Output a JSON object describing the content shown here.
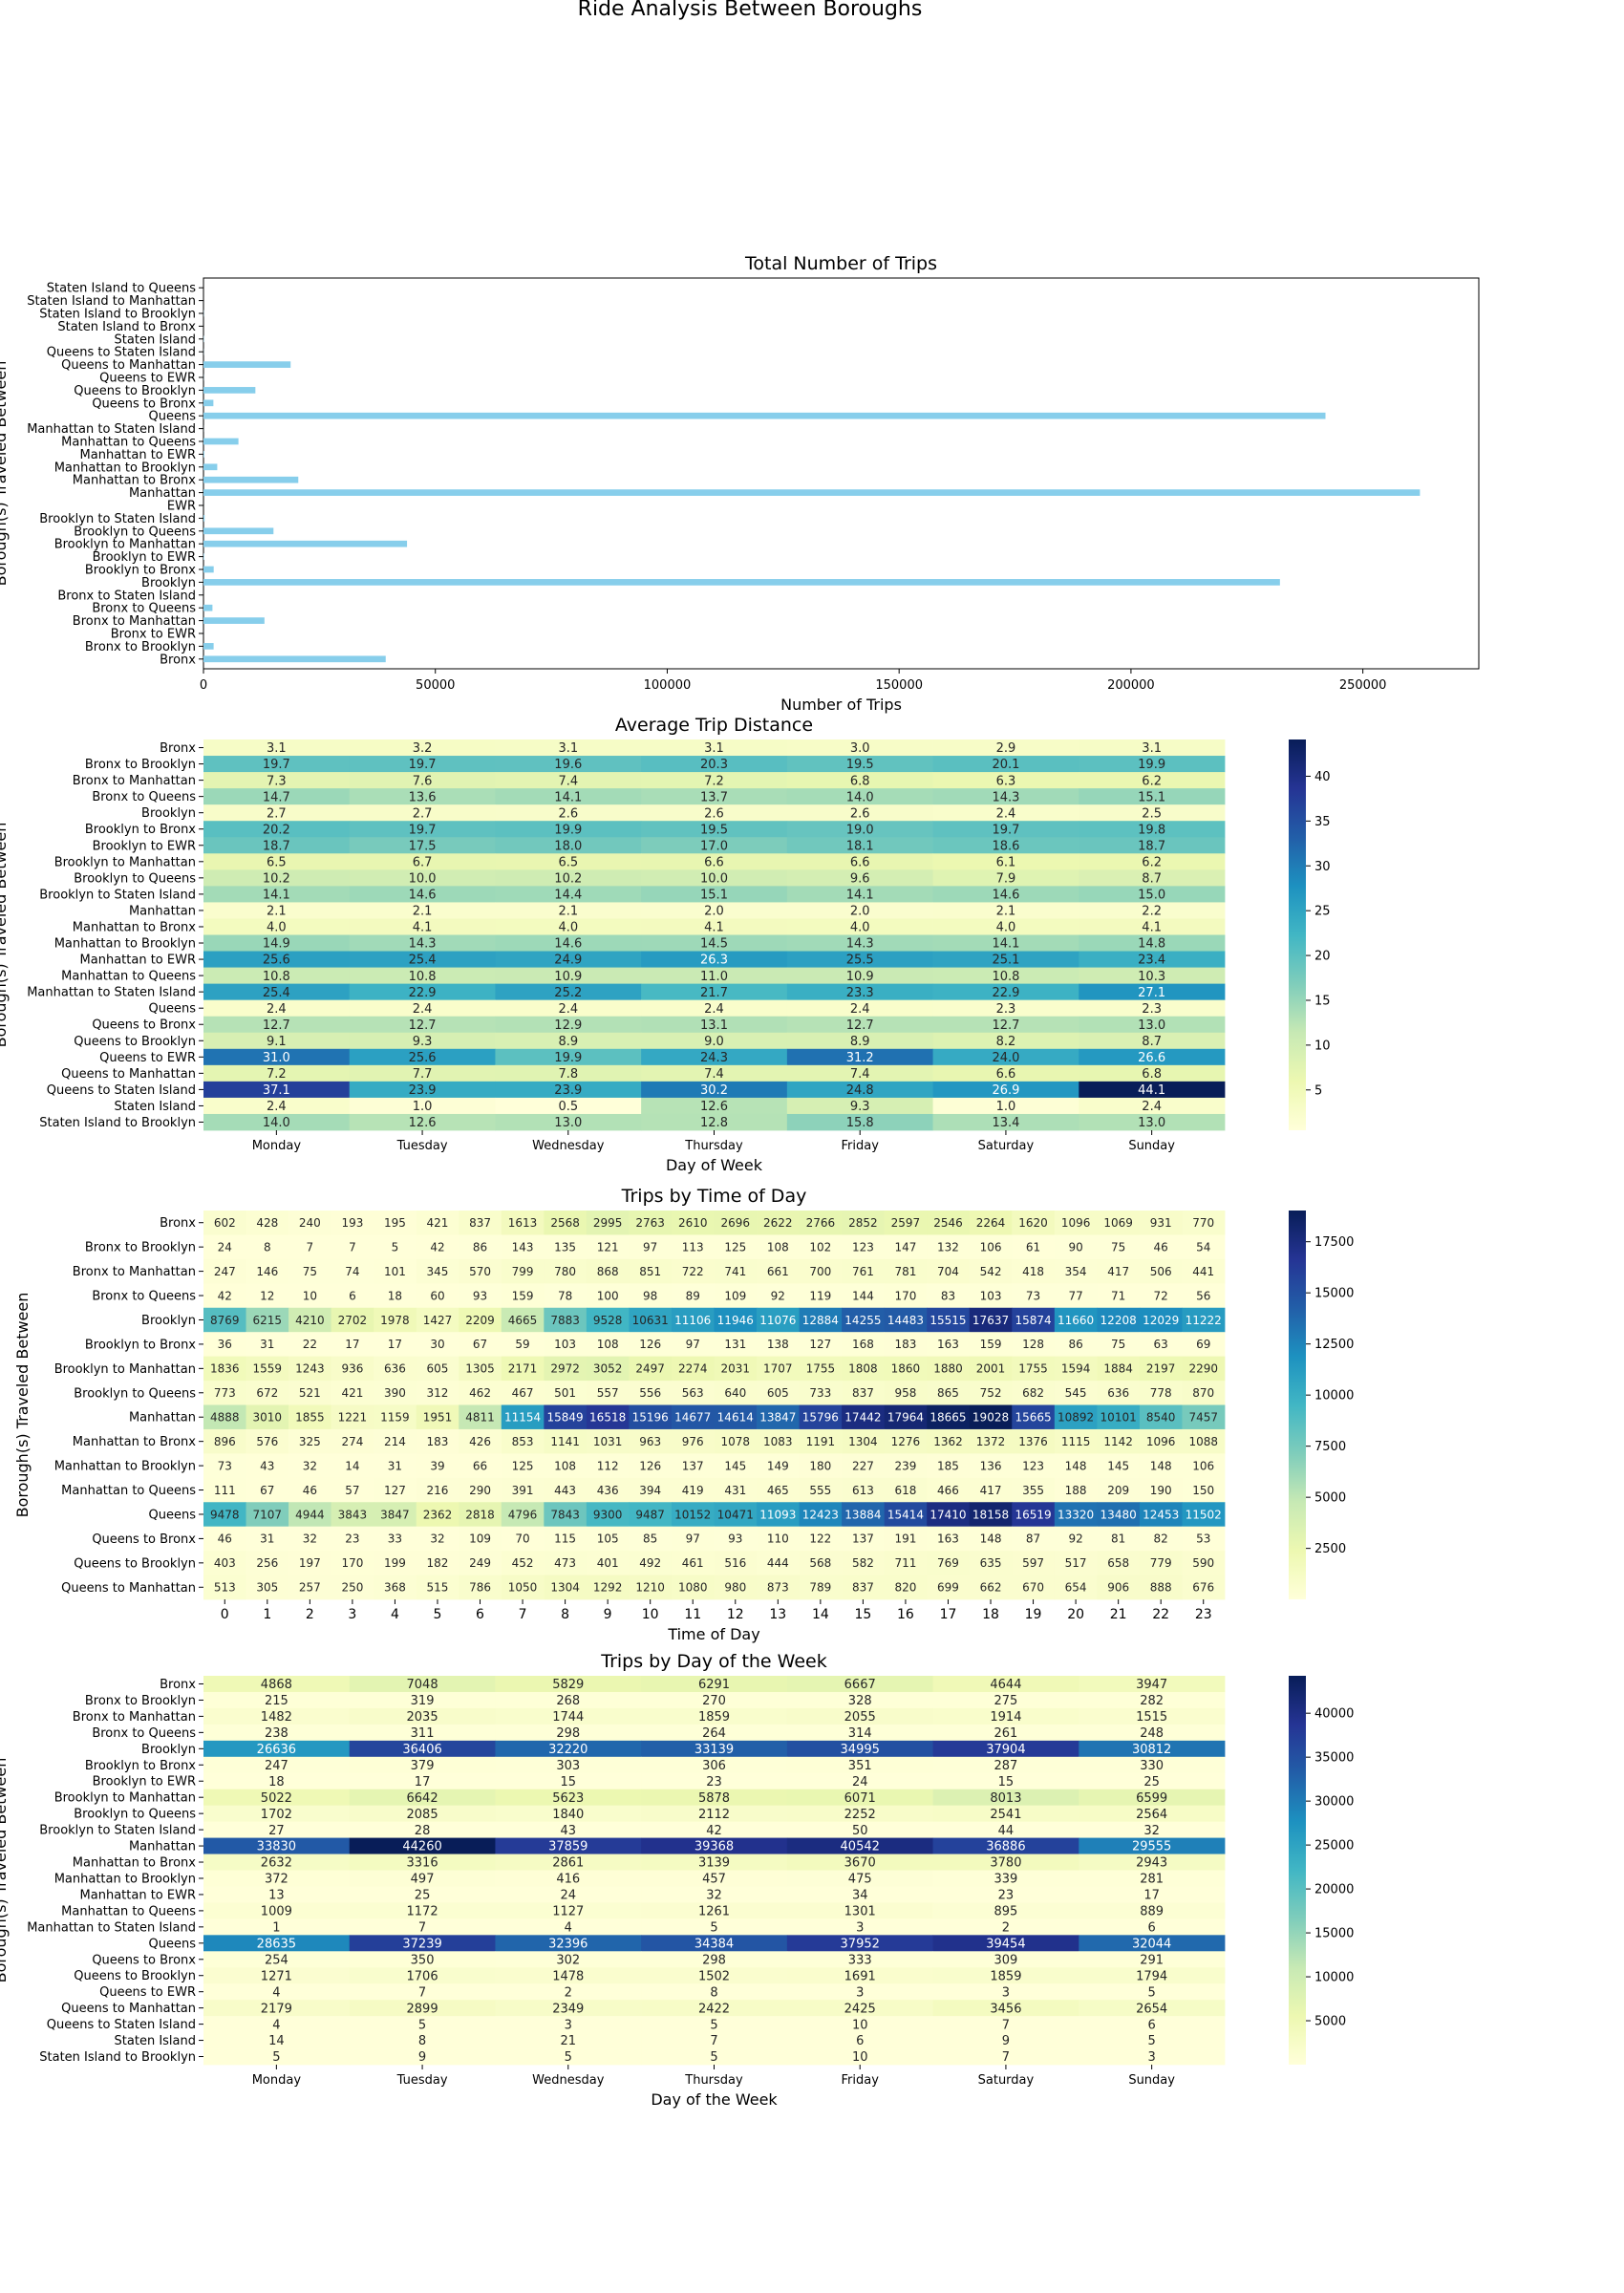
{
  "figure": {
    "suptitle": "Ride Analysis Between Boroughs"
  },
  "chart_data": [
    {
      "type": "bar",
      "orientation": "horizontal",
      "title": "Total Number of Trips",
      "xlabel": "Number of Trips",
      "ylabel": "Borough(s) Traveled Between",
      "color": "#87ceeb",
      "xlim": [
        0,
        275000
      ],
      "xticks": [
        "0",
        "50000",
        "100000",
        "150000",
        "200000",
        "250000"
      ],
      "categories": [
        "Bronx",
        "Bronx to Brooklyn",
        "Bronx to EWR",
        "Bronx to Manhattan",
        "Bronx to Queens",
        "Bronx to Staten Island",
        "Brooklyn",
        "Brooklyn to Bronx",
        "Brooklyn to EWR",
        "Brooklyn to Manhattan",
        "Brooklyn to Queens",
        "Brooklyn to Staten Island",
        "EWR",
        "Manhattan",
        "Manhattan to Bronx",
        "Manhattan to Brooklyn",
        "Manhattan to EWR",
        "Manhattan to Queens",
        "Manhattan to Staten Island",
        "Queens",
        "Queens to Bronx",
        "Queens to Brooklyn",
        "Queens to EWR",
        "Queens to Manhattan",
        "Queens to Staten Island",
        "Staten Island",
        "Staten Island to Bronx",
        "Staten Island to Brooklyn",
        "Staten Island to Manhattan",
        "Staten Island to Queens"
      ],
      "values": [
        39294,
        2187,
        5,
        13148,
        1934,
        3,
        232122,
        2203,
        130,
        43891,
        15096,
        246,
        2,
        262308,
        20446,
        2967,
        168,
        7542,
        21,
        241938,
        2137,
        11193,
        36,
        18789,
        35,
        78,
        1,
        49,
        3,
        1
      ]
    },
    {
      "type": "heatmap",
      "title": "Average Trip Distance",
      "xlabel": "Day of Week",
      "ylabel": "Borough(s) Traveled Between",
      "fmt": "1dp",
      "vmin": 0.5,
      "vmax": 44.1,
      "colorbar_ticks": [
        "5",
        "10",
        "15",
        "20",
        "25",
        "30",
        "35",
        "40"
      ],
      "colorbar_tick_values": [
        5,
        10,
        15,
        20,
        25,
        30,
        35,
        40
      ],
      "x": [
        "Monday",
        "Tuesday",
        "Wednesday",
        "Thursday",
        "Friday",
        "Saturday",
        "Sunday"
      ],
      "y": [
        "Bronx",
        "Bronx to Brooklyn",
        "Bronx to Manhattan",
        "Bronx to Queens",
        "Brooklyn",
        "Brooklyn to Bronx",
        "Brooklyn to EWR",
        "Brooklyn to Manhattan",
        "Brooklyn to Queens",
        "Brooklyn to Staten Island",
        "Manhattan",
        "Manhattan to Bronx",
        "Manhattan to Brooklyn",
        "Manhattan to EWR",
        "Manhattan to Queens",
        "Manhattan to Staten Island",
        "Queens",
        "Queens to Bronx",
        "Queens to Brooklyn",
        "Queens to EWR",
        "Queens to Manhattan",
        "Queens to Staten Island",
        "Staten Island",
        "Staten Island to Brooklyn"
      ],
      "values": [
        [
          3.1,
          3.2,
          3.1,
          3.1,
          3.0,
          2.9,
          3.1
        ],
        [
          19.7,
          19.7,
          19.6,
          20.3,
          19.5,
          20.1,
          19.9
        ],
        [
          7.3,
          7.6,
          7.4,
          7.2,
          6.8,
          6.3,
          6.2
        ],
        [
          14.7,
          13.6,
          14.1,
          13.7,
          14.0,
          14.3,
          15.1
        ],
        [
          2.7,
          2.7,
          2.6,
          2.6,
          2.6,
          2.4,
          2.5
        ],
        [
          20.2,
          19.7,
          19.9,
          19.5,
          19.0,
          19.7,
          19.8
        ],
        [
          18.7,
          17.5,
          18.0,
          17.0,
          18.1,
          18.6,
          18.7
        ],
        [
          6.5,
          6.7,
          6.5,
          6.6,
          6.6,
          6.1,
          6.2
        ],
        [
          10.2,
          10.0,
          10.2,
          10.0,
          9.6,
          7.9,
          8.7
        ],
        [
          14.1,
          14.6,
          14.4,
          15.1,
          14.1,
          14.6,
          15.0
        ],
        [
          2.1,
          2.1,
          2.1,
          2.0,
          2.0,
          2.1,
          2.2
        ],
        [
          4.0,
          4.1,
          4.0,
          4.1,
          4.0,
          4.0,
          4.1
        ],
        [
          14.9,
          14.3,
          14.6,
          14.5,
          14.3,
          14.1,
          14.8
        ],
        [
          25.6,
          25.4,
          24.9,
          26.3,
          25.5,
          25.1,
          23.4
        ],
        [
          10.8,
          10.8,
          10.9,
          11.0,
          10.9,
          10.8,
          10.3
        ],
        [
          25.4,
          22.9,
          25.2,
          21.7,
          23.3,
          22.9,
          27.1
        ],
        [
          2.4,
          2.4,
          2.4,
          2.4,
          2.4,
          2.3,
          2.3
        ],
        [
          12.7,
          12.7,
          12.9,
          13.1,
          12.7,
          12.7,
          13.0
        ],
        [
          9.1,
          9.3,
          8.9,
          9.0,
          8.9,
          8.2,
          8.7
        ],
        [
          31.0,
          25.6,
          19.9,
          24.3,
          31.2,
          24.0,
          26.6
        ],
        [
          7.2,
          7.7,
          7.8,
          7.4,
          7.4,
          6.6,
          6.8
        ],
        [
          37.1,
          23.9,
          23.9,
          30.2,
          24.8,
          26.9,
          44.1
        ],
        [
          2.4,
          1.0,
          0.5,
          12.6,
          9.3,
          1.0,
          2.4
        ],
        [
          14.0,
          12.6,
          13.0,
          12.8,
          15.8,
          13.4,
          13.0
        ]
      ]
    },
    {
      "type": "heatmap",
      "title": "Trips by Time of Day",
      "xlabel": "Time of Day",
      "ylabel": "Borough(s) Traveled Between",
      "fmt": "int",
      "vmin": 6,
      "vmax": 19028,
      "colorbar_ticks": [
        "2500",
        "5000",
        "7500",
        "10000",
        "12500",
        "15000",
        "17500"
      ],
      "colorbar_tick_values": [
        2500,
        5000,
        7500,
        10000,
        12500,
        15000,
        17500
      ],
      "x": [
        "0",
        "1",
        "2",
        "3",
        "4",
        "5",
        "6",
        "7",
        "8",
        "9",
        "10",
        "11",
        "12",
        "13",
        "14",
        "15",
        "16",
        "17",
        "18",
        "19",
        "20",
        "21",
        "22",
        "23"
      ],
      "y": [
        "Bronx",
        "Bronx to Brooklyn",
        "Bronx to Manhattan",
        "Bronx to Queens",
        "Brooklyn",
        "Brooklyn to Bronx",
        "Brooklyn to Manhattan",
        "Brooklyn to Queens",
        "Manhattan",
        "Manhattan to Bronx",
        "Manhattan to Brooklyn",
        "Manhattan to Queens",
        "Queens",
        "Queens to Bronx",
        "Queens to Brooklyn",
        "Queens to Manhattan"
      ],
      "values": [
        [
          602,
          428,
          240,
          193,
          195,
          421,
          837,
          1613,
          2568,
          2995,
          2763,
          2610,
          2696,
          2622,
          2766,
          2852,
          2597,
          2546,
          2264,
          1620,
          1096,
          1069,
          931,
          770
        ],
        [
          24,
          8,
          7,
          7,
          5,
          42,
          86,
          143,
          135,
          121,
          97,
          113,
          125,
          108,
          102,
          123,
          147,
          132,
          106,
          61,
          90,
          75,
          46,
          54
        ],
        [
          247,
          146,
          75,
          74,
          101,
          345,
          570,
          799,
          780,
          868,
          851,
          722,
          741,
          661,
          700,
          761,
          781,
          704,
          542,
          418,
          354,
          417,
          506,
          441
        ],
        [
          42,
          12,
          10,
          6,
          18,
          60,
          93,
          159,
          78,
          100,
          98,
          89,
          109,
          92,
          119,
          144,
          170,
          83,
          103,
          73,
          77,
          71,
          72,
          56
        ],
        [
          8769,
          6215,
          4210,
          2702,
          1978,
          1427,
          2209,
          4665,
          7883,
          9528,
          10631,
          11106,
          11946,
          11076,
          12884,
          14255,
          14483,
          15515,
          17637,
          15874,
          11660,
          12208,
          12029,
          11222
        ],
        [
          36,
          31,
          22,
          17,
          17,
          30,
          67,
          59,
          103,
          108,
          126,
          97,
          131,
          138,
          127,
          168,
          183,
          163,
          159,
          128,
          86,
          75,
          63,
          69
        ],
        [
          1836,
          1559,
          1243,
          936,
          636,
          605,
          1305,
          2171,
          2972,
          3052,
          2497,
          2274,
          2031,
          1707,
          1755,
          1808,
          1860,
          1880,
          2001,
          1755,
          1594,
          1884,
          2197,
          2290
        ],
        [
          773,
          672,
          521,
          421,
          390,
          312,
          462,
          467,
          501,
          557,
          556,
          563,
          640,
          605,
          733,
          837,
          958,
          865,
          752,
          682,
          545,
          636,
          778,
          870
        ],
        [
          4888,
          3010,
          1855,
          1221,
          1159,
          1951,
          4811,
          11154,
          15849,
          16518,
          15196,
          14677,
          14614,
          13847,
          15796,
          17442,
          17964,
          18665,
          19028,
          15665,
          10892,
          10101,
          8540,
          7457
        ],
        [
          896,
          576,
          325,
          274,
          214,
          183,
          426,
          853,
          1141,
          1031,
          963,
          976,
          1078,
          1083,
          1191,
          1304,
          1276,
          1362,
          1372,
          1376,
          1115,
          1142,
          1096,
          1088
        ],
        [
          73,
          43,
          32,
          14,
          31,
          39,
          66,
          125,
          108,
          112,
          126,
          137,
          145,
          149,
          180,
          227,
          239,
          185,
          136,
          123,
          148,
          145,
          148,
          106
        ],
        [
          111,
          67,
          46,
          57,
          127,
          216,
          290,
          391,
          443,
          436,
          394,
          419,
          431,
          465,
          555,
          613,
          618,
          466,
          417,
          355,
          188,
          209,
          190,
          150
        ],
        [
          9478,
          7107,
          4944,
          3843,
          3847,
          2362,
          2818,
          4796,
          7843,
          9300,
          9487,
          10152,
          10471,
          11093,
          12423,
          13884,
          15414,
          17410,
          18158,
          16519,
          13320,
          13480,
          12453,
          11502
        ],
        [
          46,
          31,
          32,
          23,
          33,
          32,
          109,
          70,
          115,
          105,
          85,
          97,
          93,
          110,
          122,
          137,
          191,
          163,
          148,
          87,
          92,
          81,
          82,
          53
        ],
        [
          403,
          256,
          197,
          170,
          199,
          182,
          249,
          452,
          473,
          401,
          492,
          461,
          516,
          444,
          568,
          582,
          711,
          769,
          635,
          597,
          517,
          658,
          779,
          590
        ],
        [
          513,
          305,
          257,
          250,
          368,
          515,
          786,
          1050,
          1304,
          1292,
          1210,
          1080,
          980,
          873,
          789,
          837,
          820,
          699,
          662,
          670,
          654,
          906,
          888,
          676
        ]
      ]
    },
    {
      "type": "heatmap",
      "title": "Trips by Day of the Week",
      "xlabel": "Day of the Week",
      "ylabel": "Borough(s) Traveled Between",
      "fmt": "int",
      "vmin": 1,
      "vmax": 44260,
      "colorbar_ticks": [
        "5000",
        "10000",
        "15000",
        "20000",
        "25000",
        "30000",
        "35000",
        "40000"
      ],
      "colorbar_tick_values": [
        5000,
        10000,
        15000,
        20000,
        25000,
        30000,
        35000,
        40000
      ],
      "x": [
        "Monday",
        "Tuesday",
        "Wednesday",
        "Thursday",
        "Friday",
        "Saturday",
        "Sunday"
      ],
      "y": [
        "Bronx",
        "Bronx to Brooklyn",
        "Bronx to Manhattan",
        "Bronx to Queens",
        "Brooklyn",
        "Brooklyn to Bronx",
        "Brooklyn to EWR",
        "Brooklyn to Manhattan",
        "Brooklyn to Queens",
        "Brooklyn to Staten Island",
        "Manhattan",
        "Manhattan to Bronx",
        "Manhattan to Brooklyn",
        "Manhattan to EWR",
        "Manhattan to Queens",
        "Manhattan to Staten Island",
        "Queens",
        "Queens to Bronx",
        "Queens to Brooklyn",
        "Queens to EWR",
        "Queens to Manhattan",
        "Queens to Staten Island",
        "Staten Island",
        "Staten Island to Brooklyn"
      ],
      "values": [
        [
          4868,
          7048,
          5829,
          6291,
          6667,
          4644,
          3947
        ],
        [
          215,
          319,
          268,
          270,
          328,
          275,
          282
        ],
        [
          1482,
          2035,
          1744,
          1859,
          2055,
          1914,
          1515
        ],
        [
          238,
          311,
          298,
          264,
          314,
          261,
          248
        ],
        [
          26636,
          36406,
          32220,
          33139,
          34995,
          37904,
          30812
        ],
        [
          247,
          379,
          303,
          306,
          351,
          287,
          330
        ],
        [
          18,
          17,
          15,
          23,
          24,
          15,
          25
        ],
        [
          5022,
          6642,
          5623,
          5878,
          6071,
          8013,
          6599
        ],
        [
          1702,
          2085,
          1840,
          2112,
          2252,
          2541,
          2564
        ],
        [
          27,
          28,
          43,
          42,
          50,
          44,
          32
        ],
        [
          33830,
          44260,
          37859,
          39368,
          40542,
          36886,
          29555
        ],
        [
          2632,
          3316,
          2861,
          3139,
          3670,
          3780,
          2943
        ],
        [
          372,
          497,
          416,
          457,
          475,
          339,
          281
        ],
        [
          13,
          25,
          24,
          32,
          34,
          23,
          17
        ],
        [
          1009,
          1172,
          1127,
          1261,
          1301,
          895,
          889
        ],
        [
          1,
          7,
          4,
          5,
          3,
          2,
          6
        ],
        [
          28635,
          37239,
          32396,
          34384,
          37952,
          39454,
          32044
        ],
        [
          254,
          350,
          302,
          298,
          333,
          309,
          291
        ],
        [
          1271,
          1706,
          1478,
          1502,
          1691,
          1859,
          1794
        ],
        [
          4,
          7,
          2,
          8,
          3,
          3,
          5
        ],
        [
          2179,
          2899,
          2349,
          2422,
          2425,
          3456,
          2654
        ],
        [
          4,
          5,
          3,
          5,
          10,
          7,
          6
        ],
        [
          14,
          8,
          21,
          7,
          6,
          9,
          5
        ],
        [
          5,
          9,
          5,
          5,
          10,
          7,
          3
        ]
      ]
    }
  ]
}
